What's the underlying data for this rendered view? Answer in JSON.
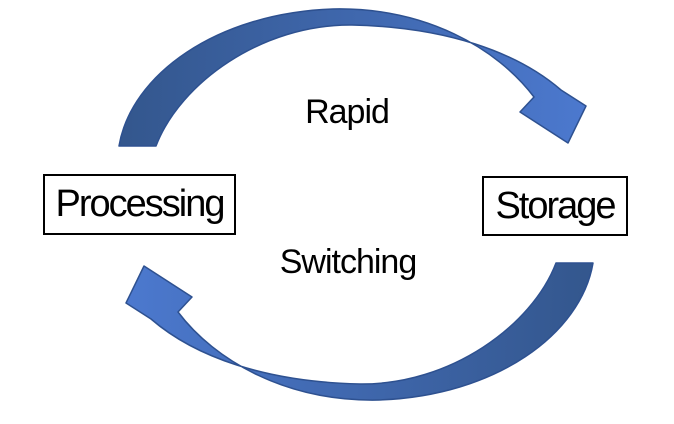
{
  "diagram": {
    "labels": {
      "top": "Rapid",
      "bottom": "Switching"
    },
    "nodes": [
      {
        "id": "processing",
        "label": "Processing"
      },
      {
        "id": "storage",
        "label": "Storage"
      }
    ],
    "arrows": [
      {
        "id": "top-arrow",
        "description": "curved arrow from Processing over the top to Storage"
      },
      {
        "id": "bottom-arrow",
        "description": "curved arrow from Storage under the bottom to Processing"
      }
    ]
  },
  "theme": {
    "background": "#ffffff",
    "text_color": "#000000",
    "node_border": "#000000",
    "node_fill": "#ffffff",
    "arrow_fill_dark": "#33568c",
    "arrow_fill_light": "#4c79cf",
    "arrow_outline": "#2e5190"
  }
}
